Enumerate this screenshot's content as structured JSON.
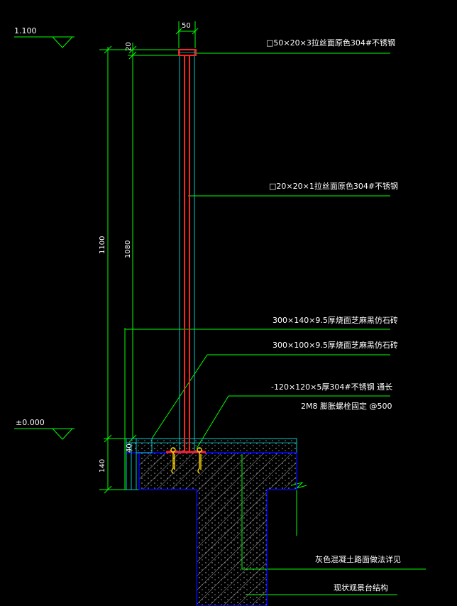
{
  "levels": {
    "top": "1.100",
    "ground": "±0.000"
  },
  "dimensions": {
    "top_width": "50",
    "cap_height": "20",
    "total_height": "1100",
    "post_height": "1080",
    "curb_height": "140",
    "tile_thickness": "40"
  },
  "callouts": {
    "cap_tube": "□50×20×3拉丝面原色304#不锈钢",
    "post_tube": "□20×20×1拉丝面原色304#不锈钢",
    "tile_1": "300×140×9.5厚烧面芝麻黑仿石砖",
    "tile_2": "300×100×9.5厚烧面芝麻黑仿石砖",
    "base_plate": "-120×120×5厚304#不锈钢 通长",
    "anchor": "2M8 膨胀螺栓固定 @500",
    "pavement": "灰色混凝土路面做法详见",
    "structure": "现状观景台结构"
  },
  "colors": {
    "background": "#000000",
    "dim_line": "#00ff00",
    "text": "#ffffff",
    "steel": "#ff2020",
    "concrete_edge": "#0000ff",
    "bolt": "#ffd700",
    "hatch": "#b0b0b0",
    "tile": "#00c8c8"
  }
}
